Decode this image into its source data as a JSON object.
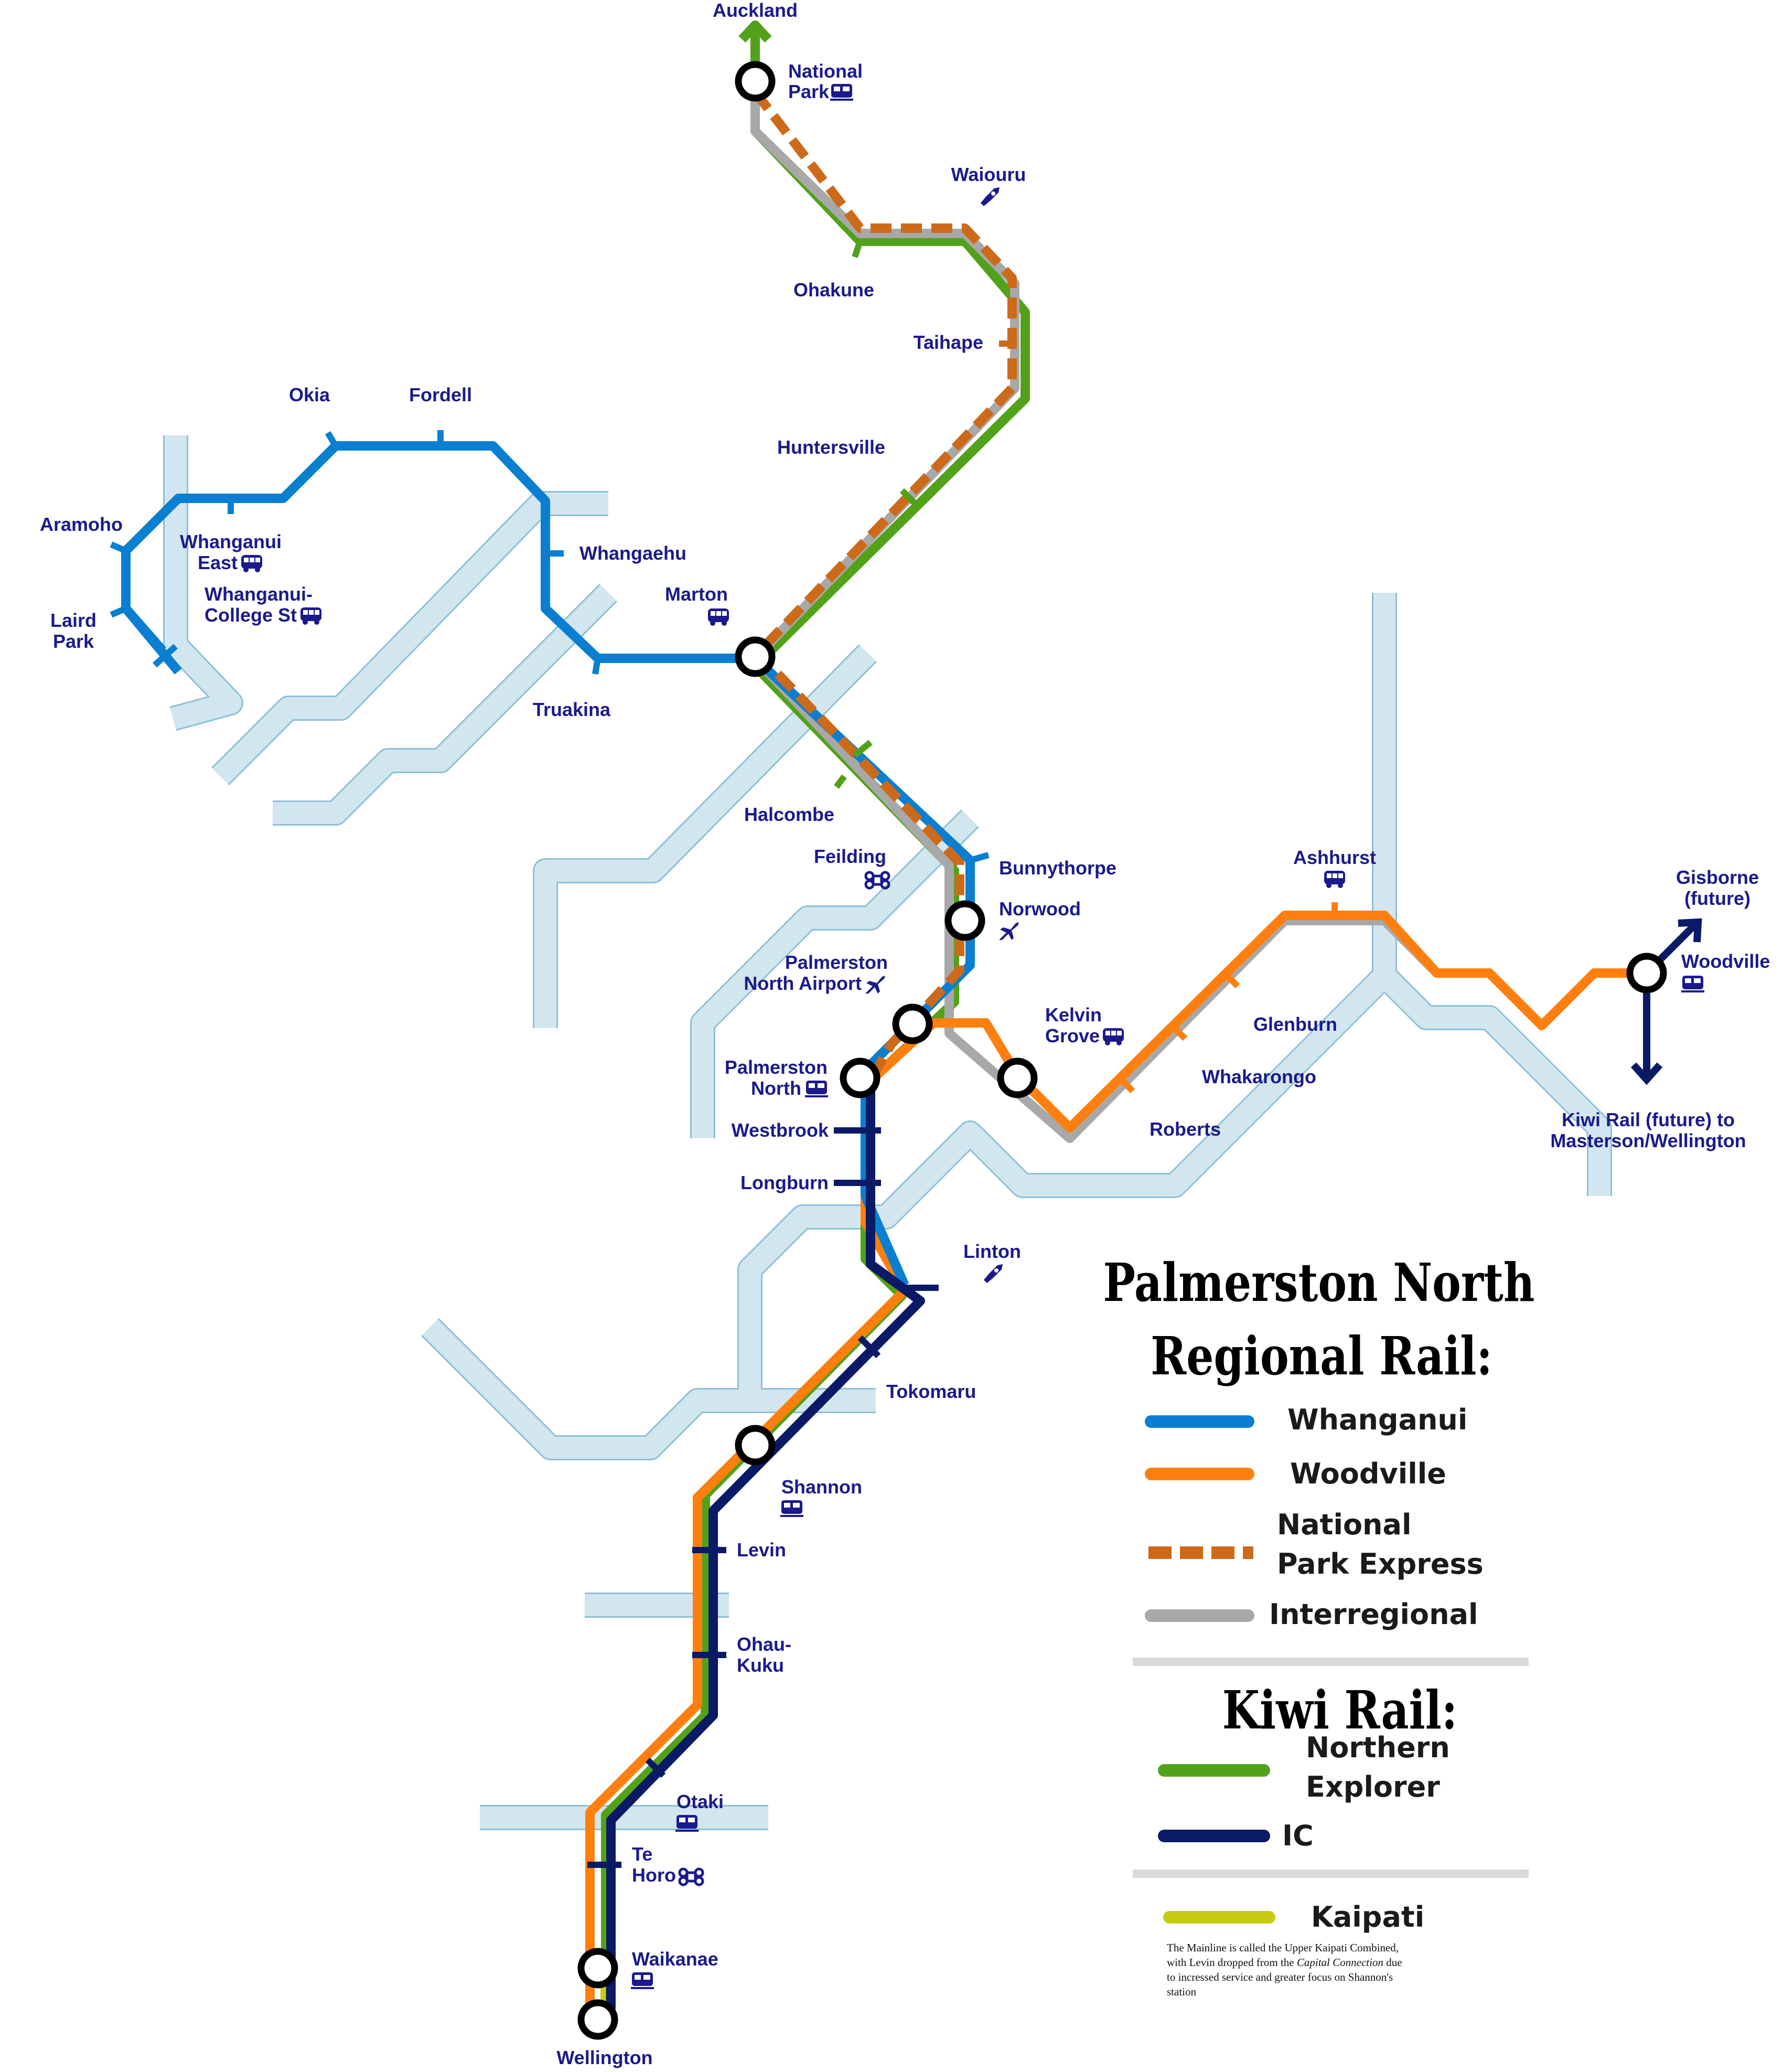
{
  "colors": {
    "whanganui": "#0a7fd1",
    "woodville": "#ff7f0e",
    "npe": "#cc6a1a",
    "interregional": "#a8a8a8",
    "northern_explorer": "#52a11a",
    "ic": "#0a1a66",
    "kaipati": "#c7cc12",
    "river": "#d2e6ef",
    "river_edge": "#8fbfd6",
    "label": "#1a1a8c"
  },
  "stations": {
    "auckland": "Auckland",
    "national_park_1": "National",
    "national_park_2": "Park",
    "waiouru": "Waiouru",
    "ohakune": "Ohakune",
    "taihape": "Taihape",
    "huntersville": "Huntersville",
    "okia": "Okia",
    "fordell": "Fordell",
    "aramoho": "Aramoho",
    "whanganui_east_1": "Whanganui",
    "whanganui_east_2": "East",
    "whanganui_college_1": "Whanganui-",
    "whanganui_college_2": "College St",
    "laird_park_1": "Laird",
    "laird_park_2": "Park",
    "whangaehu": "Whangaehu",
    "marton": "Marton",
    "truakina": "Truakina",
    "halcombe": "Halcombe",
    "feilding": "Feilding",
    "bunnythorpe": "Bunnythorpe",
    "norwood": "Norwood",
    "pn_airport_1": "Palmerston",
    "pn_airport_2": "North Airport",
    "pn_1": "Palmerston",
    "pn_2": "North",
    "westbrook": "Westbrook",
    "longburn": "Longburn",
    "linton": "Linton",
    "kelvin_grove_1": "Kelvin",
    "kelvin_grove_2": "Grove",
    "ashhurst": "Ashhurst",
    "glenburn": "Glenburn",
    "whakarongo": "Whakarongo",
    "roberts": "Roberts",
    "gisborne_1": "Gisborne",
    "gisborne_2": "(future)",
    "woodville": "Woodville",
    "kiwirail_future_1": "Kiwi Rail (future) to",
    "kiwirail_future_2": "Masterson/Wellington",
    "tokomaru": "Tokomaru",
    "shannon": "Shannon",
    "levin": "Levin",
    "ohau_1": "Ohau-",
    "ohau_2": "Kuku",
    "otaki": "Otaki",
    "te_horo_1": "Te",
    "te_horo_2": "Horo",
    "waikanae": "Waikanae",
    "wellington": "Wellington"
  },
  "legend": {
    "title_1": "Palmerston North",
    "title_2": "Regional Rail:",
    "whanganui": "Whanganui",
    "woodville": "Woodville",
    "npe_1": "National",
    "npe_2": "Park Express",
    "interregional": "Interregional",
    "kiwi_title": "Kiwi Rail:",
    "ne_1": "Northern",
    "ne_2": "Explorer",
    "ic": "IC",
    "kaipati": "Kaipati",
    "note_1": "The Mainline is called the Upper Kaipati Combined,",
    "note_2a": "with Levin dropped from the ",
    "note_2b": "Capital Connection",
    "note_2c": " due",
    "note_3": "to incressed service and greater focus on Shannon's",
    "note_4": "station"
  },
  "icons": [
    "train-icon",
    "bus-icon",
    "rocket-icon",
    "airport-icon",
    "command-icon"
  ]
}
